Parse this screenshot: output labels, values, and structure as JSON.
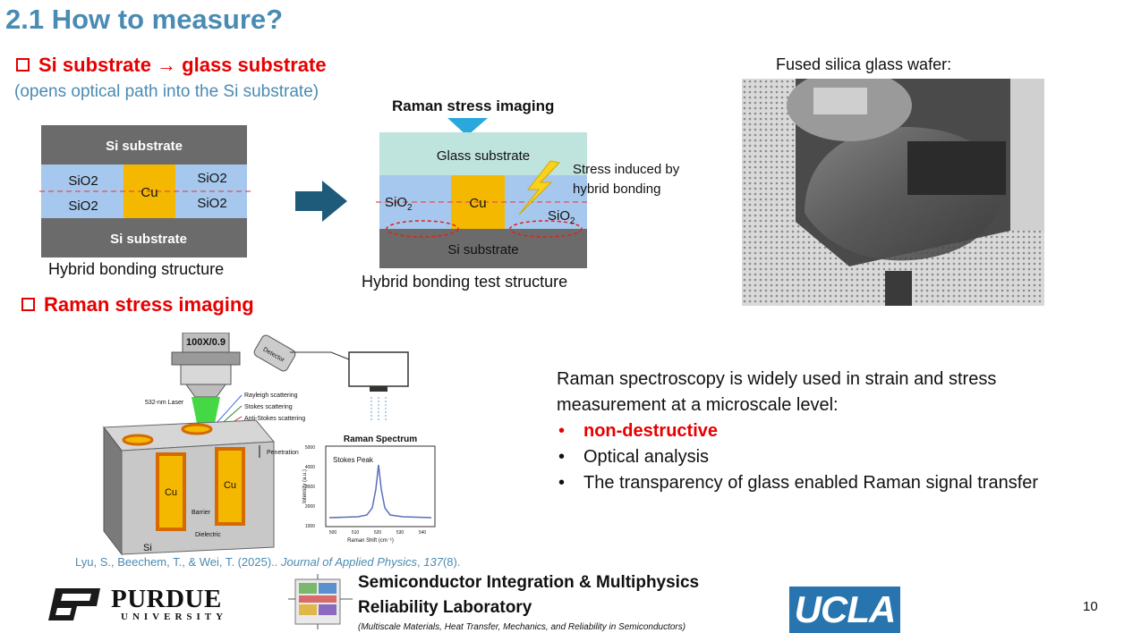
{
  "slide": {
    "title": "2.1 How to measure?",
    "page_number": "10"
  },
  "section1": {
    "heading": "Si substrate → glass substrate",
    "subheading": "(opens optical path into the Si substrate)"
  },
  "left_diagram": {
    "top_label": "Si substrate",
    "bottom_label": "Si substrate",
    "sio2_tl": "SiO2",
    "sio2_bl": "SiO2",
    "sio2_tr": "SiO2",
    "sio2_br": "SiO2",
    "cu": "Cu",
    "caption": "Hybrid bonding structure"
  },
  "mid_diagram": {
    "header": "Raman stress imaging",
    "glass": "Glass substrate",
    "sio2_left": "SiO",
    "sio2_right": "SiO",
    "sub2": "2",
    "cu": "Cu",
    "si": "Si substrate",
    "stress_line1": "Stress induced by",
    "stress_line2": "hybrid bonding",
    "caption": "Hybrid bonding test structure"
  },
  "wafer": {
    "caption": "Fused silica glass wafer:"
  },
  "section2": {
    "heading": "Raman stress imaging"
  },
  "raman_fig": {
    "objective": "100X/0.9",
    "detector": "Detector",
    "laser": "532-nm Laser",
    "rayleigh": "Rayleigh scattering",
    "stokes": "Stokes scattering",
    "antistokes": "Anti-Stokes scattering",
    "penetration": "Penetration",
    "cu1": "Cu",
    "cu2": "Cu",
    "barrier": "Barrier",
    "dielectric": "Dielectric",
    "si": "Si",
    "spectrum_title": "Raman Spectrum",
    "stokes_peak": "Stokes Peak",
    "ylabel": "Intensity (a.u.)",
    "xlabel": "Raman Shift (cm⁻¹)",
    "yticks": [
      "5000",
      "4000",
      "3000",
      "2000",
      "1000"
    ],
    "xticks": [
      "500",
      "510",
      "520",
      "530",
      "540"
    ]
  },
  "text": {
    "intro_line1": "Raman spectroscopy is widely used in strain and stress",
    "intro_line2": "measurement at a microscale level:",
    "bullet_marker": "•",
    "bullets": [
      "non-destructive",
      "Optical analysis",
      "The transparency of glass enabled Raman signal transfer"
    ]
  },
  "citation": {
    "authors": "Lyu, S., Beechem, T., & Wei, T. (2025).. ",
    "journal": "Journal of Applied Physics",
    "volume": "137",
    "issue": "(8)."
  },
  "footer": {
    "purdue_top": "PURDUE",
    "purdue_bottom": "UNIVERSITY",
    "lab_line1": "Semiconductor Integration & Multiphysics",
    "lab_line2": "Reliability Laboratory",
    "lab_line3": "(Multiscale Materials, Heat Transfer, Mechanics, and Reliability in Semiconductors)",
    "ucla": "UCLA"
  },
  "colors": {
    "title_blue": "#4a8bb3",
    "accent_red": "#e60000",
    "cu_orange": "#f5b800",
    "sio2_blue": "#a7c8ee",
    "si_gray": "#6b6b6b",
    "glass_green": "#bfe3dd",
    "ucla_blue": "#2774ae"
  }
}
